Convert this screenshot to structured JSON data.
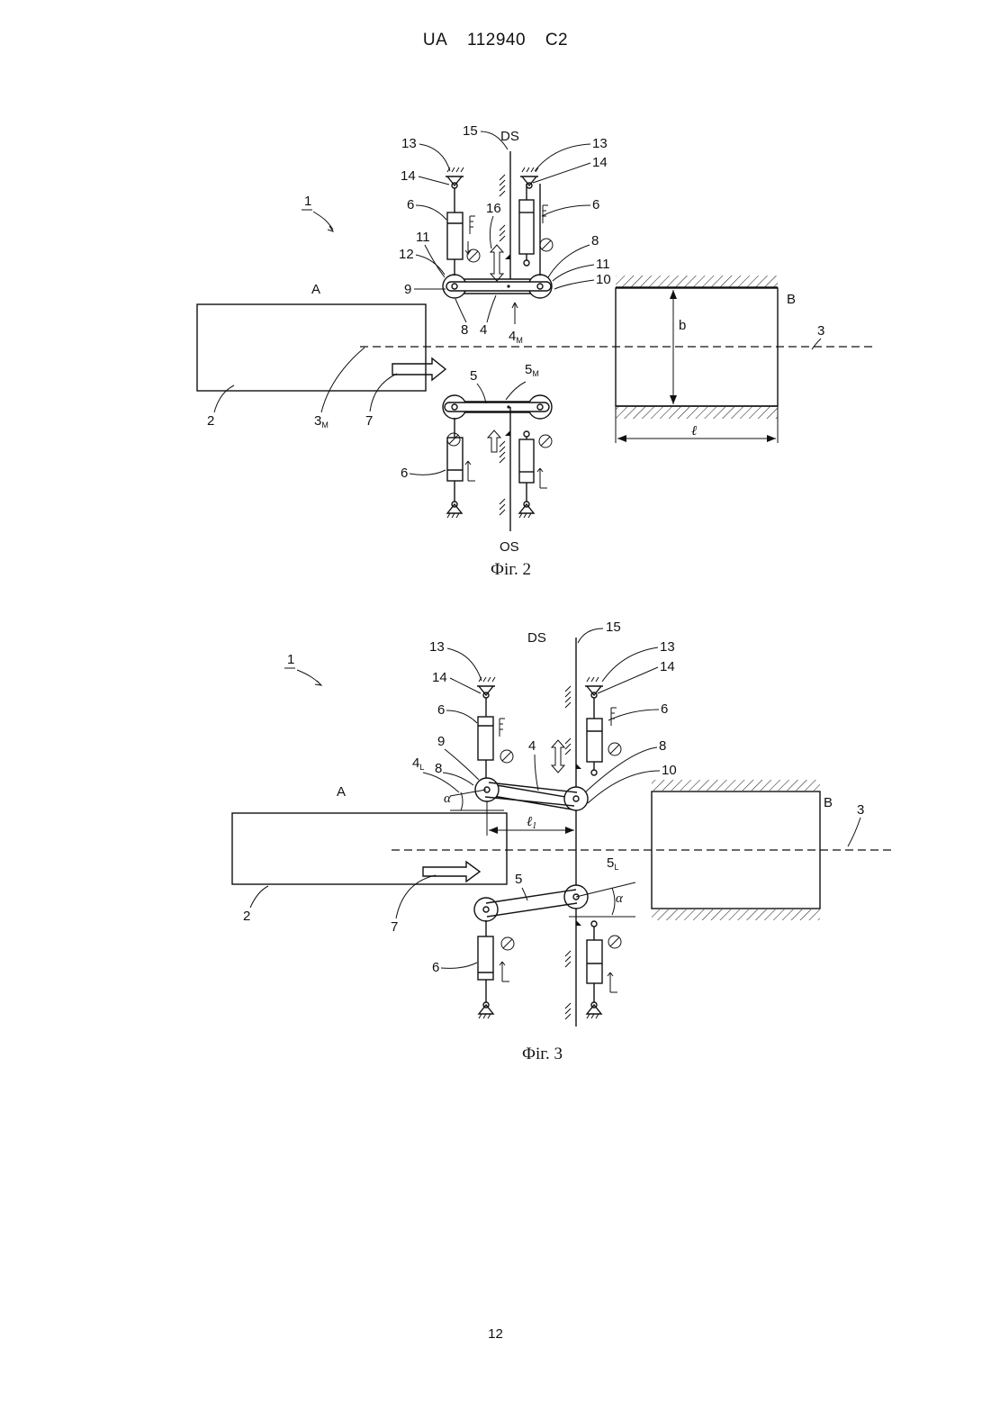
{
  "header": {
    "country": "UA",
    "number": "112940",
    "kind": "C2"
  },
  "fig2": {
    "caption": "Фіг. 2",
    "labels": {
      "ref1": "1",
      "ds": "DS",
      "os": "OS",
      "n15": "15",
      "n13a": "13",
      "n13b": "13",
      "n14a": "14",
      "n14b": "14",
      "n6a": "6",
      "n6b": "6",
      "n6c": "6",
      "n16": "16",
      "n11a": "11",
      "n11b": "11",
      "n12": "12",
      "n8a": "8",
      "n8b": "8",
      "n9": "9",
      "n10": "10",
      "n4": "4",
      "n4m": "4",
      "n4m_sub": "M",
      "a": "A",
      "b": "B",
      "n3": "3",
      "dim_b": "b",
      "dim_l": "ℓ",
      "n2": "2",
      "n3m": "3",
      "n3m_sub": "M",
      "n7": "7",
      "n5": "5",
      "n5m": "5",
      "n5m_sub": "M"
    }
  },
  "fig3": {
    "caption": "Фіг. 3",
    "labels": {
      "ref1": "1",
      "ds": "DS",
      "n15": "15",
      "n13a": "13",
      "n13b": "13",
      "n14a": "14",
      "n14b": "14",
      "n6a": "6",
      "n6b": "6",
      "n6c": "6",
      "n9": "9",
      "n4": "4",
      "n8a": "8",
      "n8b": "8",
      "n10": "10",
      "n4l": "4",
      "n4l_sub": "L",
      "alpha1": "α",
      "alpha2": "α",
      "a": "A",
      "b": "B",
      "n3": "3",
      "dim_l1": "ℓ",
      "dim_l1_sub": "1",
      "n2": "2",
      "n7": "7",
      "n5": "5",
      "n5l": "5",
      "n5l_sub": "L"
    }
  },
  "page_number": "12"
}
